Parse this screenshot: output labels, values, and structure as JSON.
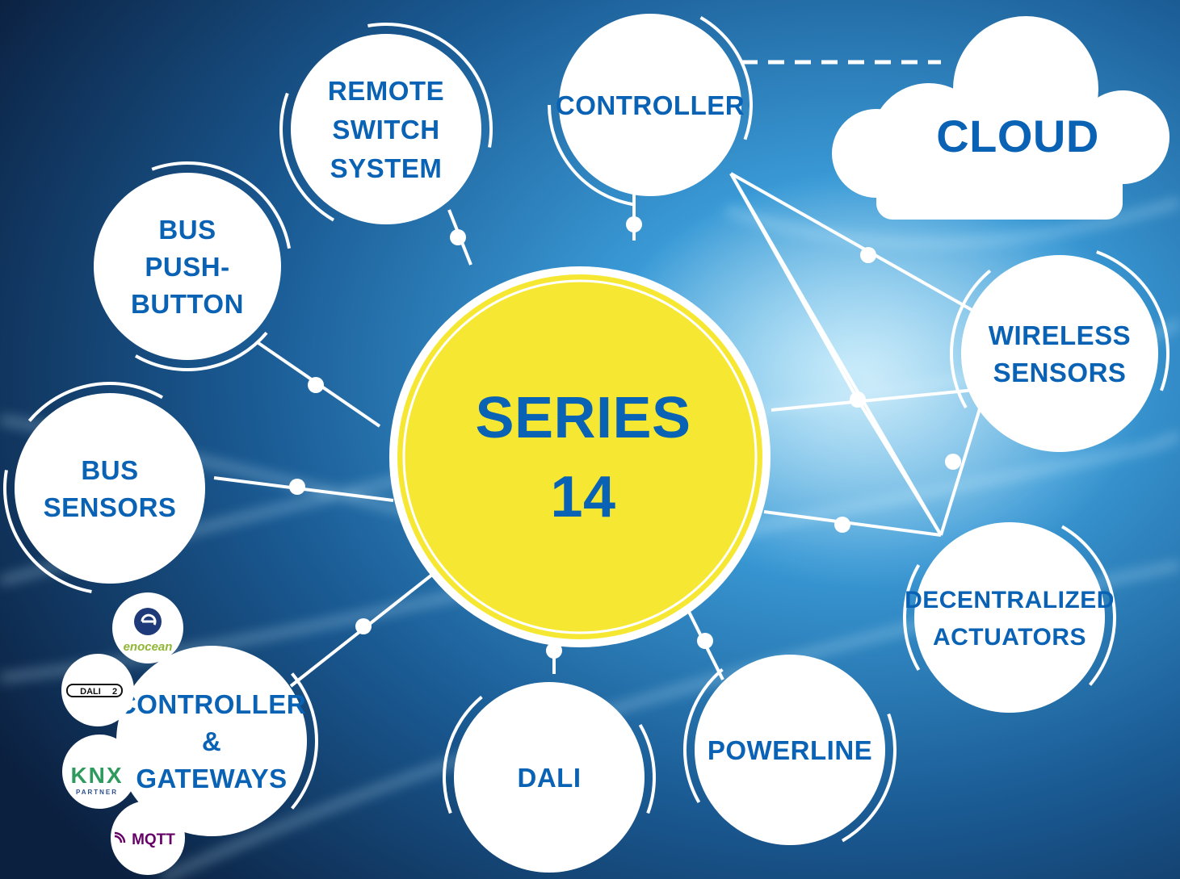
{
  "colors": {
    "label_blue": "#0a62b4",
    "hub_yellow": "#f6e832",
    "node_fill": "#ffffff",
    "line_color": "#ffffff",
    "background_dark": "#0e2a4a",
    "background_light": "#2a8fd0",
    "enocean_green": "#8fb634",
    "knx_green": "#2f9a5e",
    "knx_blue": "#2d4f8c",
    "mqtt_purple": "#660066"
  },
  "hub": {
    "lines": [
      "SERIES",
      "14"
    ]
  },
  "cloud": {
    "label": "CLOUD"
  },
  "nodes": {
    "remote_switch": {
      "lines": [
        "REMOTE",
        "SWITCH",
        "SYSTEM"
      ]
    },
    "controller": {
      "lines": [
        "CONTROLLER"
      ]
    },
    "bus_pushbutton": {
      "lines": [
        "BUS",
        "PUSH-",
        "BUTTON"
      ]
    },
    "bus_sensors": {
      "lines": [
        "BUS",
        "SENSORS"
      ]
    },
    "wireless_sensors": {
      "lines": [
        "WIRELESS",
        "SENSORS"
      ]
    },
    "decentralized_actuators": {
      "lines": [
        "DECENTRALIZED",
        "ACTUATORS"
      ]
    },
    "dali": {
      "lines": [
        "DALI"
      ]
    },
    "powerline": {
      "lines": [
        "POWERLINE"
      ]
    },
    "controller_gateways": {
      "lines": [
        "CONTROLLER",
        "&",
        "GATEWAYS"
      ]
    }
  },
  "logos": {
    "enocean": {
      "name": "enocean-logo",
      "text": "enocean"
    },
    "dali2": {
      "name": "dali2-logo",
      "text": "DALI",
      "badge": "2"
    },
    "knx": {
      "name": "knx-partner-logo",
      "text": "KNX",
      "subtext": "PARTNER"
    },
    "mqtt": {
      "name": "mqtt-logo",
      "text": "MQTT"
    }
  }
}
